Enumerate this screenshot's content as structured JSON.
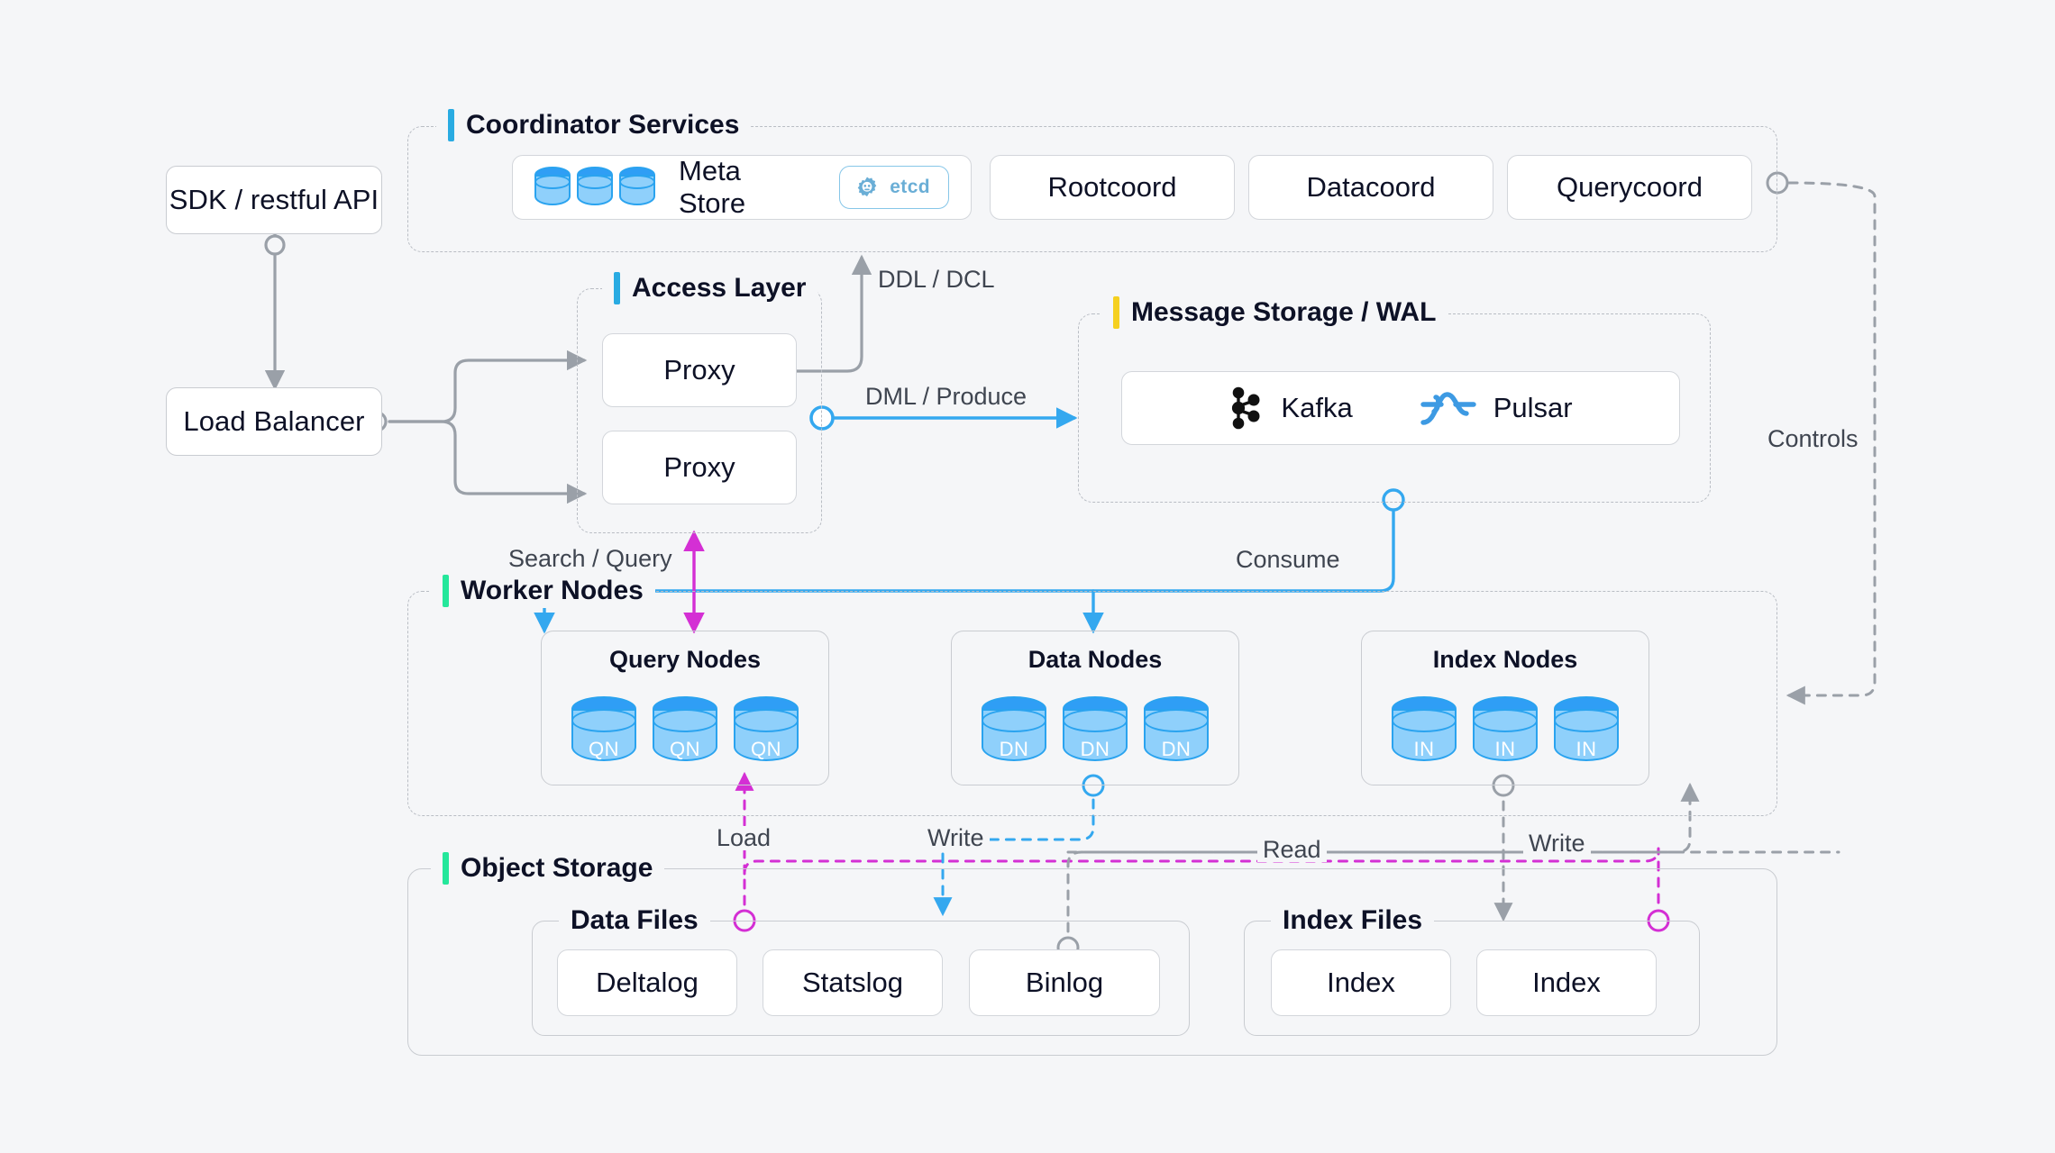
{
  "canvas": {
    "background": "#f5f6f8"
  },
  "palette": {
    "accent_blue": "#29abe2",
    "accent_yellow": "#f5d020",
    "accent_green": "#25e79b",
    "line_gray": "#9aa0a8",
    "line_blue": "#34a8ef",
    "line_magenta": "#d42fd4",
    "text_dark": "#0d1126",
    "text_label": "#3f4550"
  },
  "entry": {
    "sdk": {
      "label": "SDK / restful API"
    },
    "load_balancer": {
      "label": "Load Balancer"
    }
  },
  "coordinator": {
    "title": "Coordinator Services",
    "tick_color": "#29abe2",
    "meta_store": {
      "label": "Meta Store",
      "cylinder_count": 3,
      "badge": {
        "label": "etcd",
        "icon": "etcd-gear-icon"
      }
    },
    "services": [
      {
        "label": "Rootcoord"
      },
      {
        "label": "Datacoord"
      },
      {
        "label": "Querycoord"
      }
    ]
  },
  "access_layer": {
    "title": "Access Layer",
    "tick_color": "#29abe2",
    "proxies": [
      {
        "label": "Proxy"
      },
      {
        "label": "Proxy"
      }
    ]
  },
  "message_storage": {
    "title": "Message Storage / WAL",
    "tick_color": "#f5d020",
    "brokers": [
      {
        "label": "Kafka",
        "icon": "kafka-icon"
      },
      {
        "label": "Pulsar",
        "icon": "pulsar-icon"
      }
    ]
  },
  "worker_nodes": {
    "title": "Worker Nodes",
    "tick_color": "#25e79b",
    "groups": [
      {
        "title": "Query Nodes",
        "nodes": [
          "QN",
          "QN",
          "QN"
        ]
      },
      {
        "title": "Data Nodes",
        "nodes": [
          "DN",
          "DN",
          "DN"
        ]
      },
      {
        "title": "Index Nodes",
        "nodes": [
          "IN",
          "IN",
          "IN"
        ]
      }
    ]
  },
  "object_storage": {
    "title": "Object Storage",
    "tick_color": "#25e79b",
    "data_files": {
      "title": "Data Files",
      "items": [
        {
          "label": "Deltalog"
        },
        {
          "label": "Statslog"
        },
        {
          "label": "Binlog"
        }
      ]
    },
    "index_files": {
      "title": "Index Files",
      "items": [
        {
          "label": "Index"
        },
        {
          "label": "Index"
        }
      ]
    }
  },
  "edges": [
    {
      "id": "ddl",
      "label": "DDL / DCL"
    },
    {
      "id": "dml",
      "label": "DML / Produce"
    },
    {
      "id": "search_query",
      "label": "Search / Query"
    },
    {
      "id": "consume",
      "label": "Consume"
    },
    {
      "id": "controls",
      "label": "Controls"
    },
    {
      "id": "load",
      "label": "Load"
    },
    {
      "id": "write_data",
      "label": "Write"
    },
    {
      "id": "read",
      "label": "Read"
    },
    {
      "id": "write_index",
      "label": "Write"
    }
  ]
}
